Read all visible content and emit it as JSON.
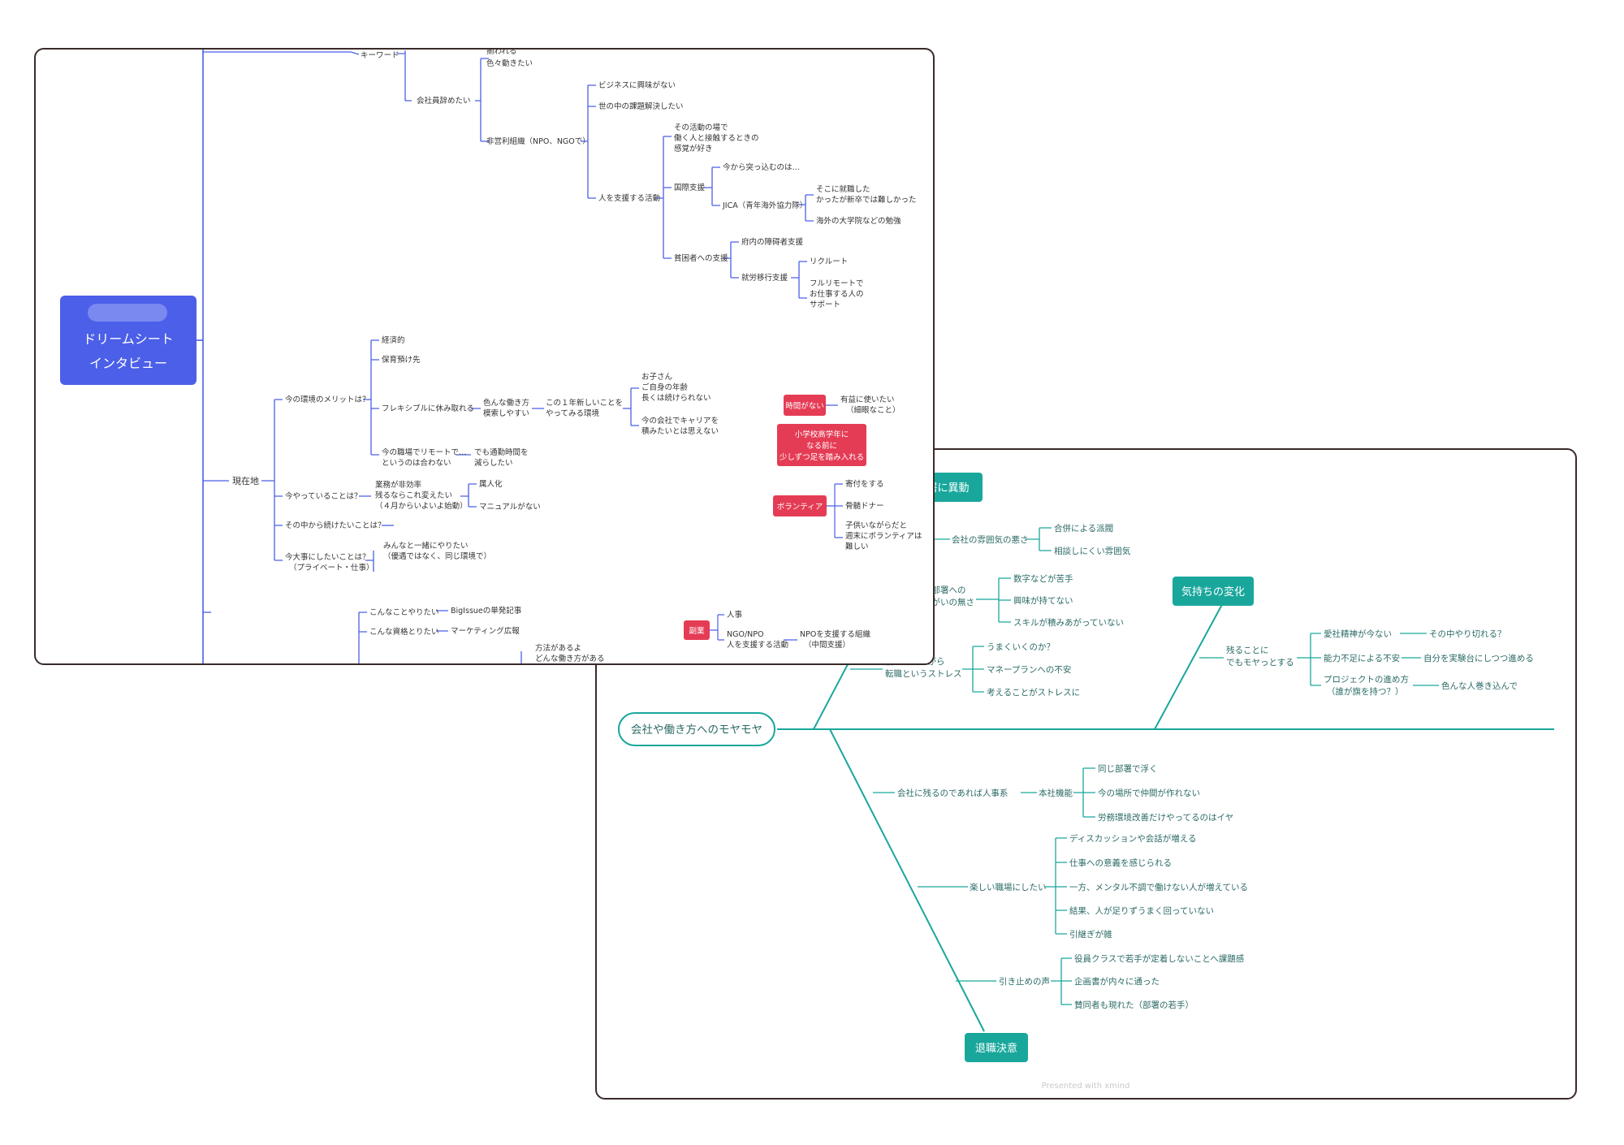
{
  "panel_a": {
    "root": {
      "line1": "ドリームシート",
      "line2": "インタビュー"
    },
    "top": {
      "keyword": "キーワード",
      "k1": "揃われる",
      "k2": "色々動きたい",
      "quit": "会社員辞めたい",
      "npo": "非営利組織（NPO、NGOで）",
      "biz": "ビジネスに興味がない",
      "social": "世の中の課題解決したい",
      "support": "人を支援する活動",
      "sense1": "その活動の場で",
      "sense2": "働く人と接触するときの",
      "sense3": "感覚が好き",
      "intl": "国際支援",
      "now": "今から突っ込むのは…",
      "jica": "JICA（青年海外協力隊）",
      "jp1": "そこに就職した",
      "jp2": "かったが新卒では難しかった",
      "abroad": "海外の大学院などの勉強",
      "poor": "貧困者への支援",
      "disabled": "府内の障碍者支援",
      "employ": "就労移行支援",
      "recruit": "リクルート",
      "remote1": "フルリモートで",
      "remote2": "お仕事する人の",
      "remote3": "サポート"
    },
    "current": {
      "label": "現在地",
      "merit": "今の環境のメリットは？",
      "econ": "経済的",
      "daycare": "保育預け先",
      "flex": "フレキシブルに休み取れる",
      "style1": "色んな働き方",
      "style2": "模索しやすい",
      "new1": "この１年新しいことを",
      "new2": "やってみる環境",
      "kid1": "お子さん",
      "kid2": "ご自身の年齢",
      "kid3": "長くは続けられない",
      "career1": "今の会社でキャリアを",
      "career2": "積みたいとは思えない",
      "rem1": "今の職場でリモートで…",
      "rem2": "というのは合わない",
      "commute1": "でも通勤時間を",
      "commute2": "減らしたい",
      "doing": "今やっていることは？",
      "ineff1": "業務が非効率",
      "ineff2": "残るならこれ変えたい",
      "ineff3": "（４月からいよいよ始動）",
      "person": "属人化",
      "manual": "マニュアルがない",
      "cont": "その中から続けたいことは？",
      "imp1": "今大事にしたいことは？",
      "imp2": "（プライベート・仕事）",
      "together1": "みんなと一緒にやりたい",
      "together2": "（優遇ではなく、同じ環境で）"
    },
    "bottom": {
      "want": "こんなことやりたい",
      "bigissue": "BigIssueの単発記事",
      "qual": "こんな資格とりたい",
      "mkt": "マーケティング広報",
      "way1": "方法があるよ",
      "way2": "どんな働き方がある"
    },
    "red": {
      "notime": "時間がない",
      "useful1": "有益に使いたい",
      "useful2": "（細眼なこと）",
      "school1": "小学校高学年に",
      "school2": "なる前に",
      "school3": "少しずつ足を踏み入れる",
      "volunteer": "ボランティア",
      "donate": "寄付をする",
      "bone": "骨髄ドナー",
      "kids1": "子供いながらだと",
      "kids2": "週末にボランティアは",
      "kids3": "難しい",
      "side": "副業",
      "hr": "人事",
      "ngo1": "NGO/NPO",
      "ngo2": "人を支援する活動",
      "npo1": "NPOを支援する組織",
      "npo2": "（中間支援）"
    }
  },
  "panel_b": {
    "root": "会社や働き方へのモヤモヤ",
    "move": "部署に異動",
    "feeling": "気持ちの変化",
    "resign": "退職決意",
    "atmos": "会社の雰囲気の悪さ",
    "merger": "合併による派閥",
    "consult": "相談しにくい雰囲気",
    "dept1": "の部署への",
    "dept2": "りがいの無さ",
    "numbers": "数字などが苦手",
    "interest": "興味が持てない",
    "skill": "スキルが積みあがっていない",
    "handover1": "引継ぎしながら",
    "handover2": "転職というストレス",
    "goodq": "うまくいくのか？",
    "money": "マネープランへの不安",
    "thinking": "考えることがストレスに",
    "stay1": "残ることに",
    "stay2": "でもモヤっとする",
    "loyalty": "愛社精神が今ない",
    "cut": "その中やり切れる？",
    "ability": "能力不足による不安",
    "test": "自分を実験台にしつつ進める",
    "proj1": "プロジェクトの進め方",
    "proj2": "（誰が旗を持つ？）",
    "involve": "色んな人巻き込んで",
    "hrstay": "会社に残るのであれば人事系",
    "hq": "本社機能",
    "samedept": "同じ部署で浮く",
    "nofriend": "今の場所で仲間が作れない",
    "labor": "労務環境改善だけやってるのはイヤ",
    "fun": "楽しい職場にしたい",
    "discuss": "ディスカッションや会話が増える",
    "meaning": "仕事への意義を感じられる",
    "mental": "一方、メンタル不調で働けない人が増えている",
    "result": "結果、人が足りずうまく回っていない",
    "handover": "引継ぎが雑",
    "retain": "引き止めの声",
    "exec": "役員クラスで若手が定着しないことへ課題感",
    "plan": "企画書が内々に通った",
    "agree": "賛同者も現れた（部署の若手）",
    "footer": "Presented with xmind"
  }
}
